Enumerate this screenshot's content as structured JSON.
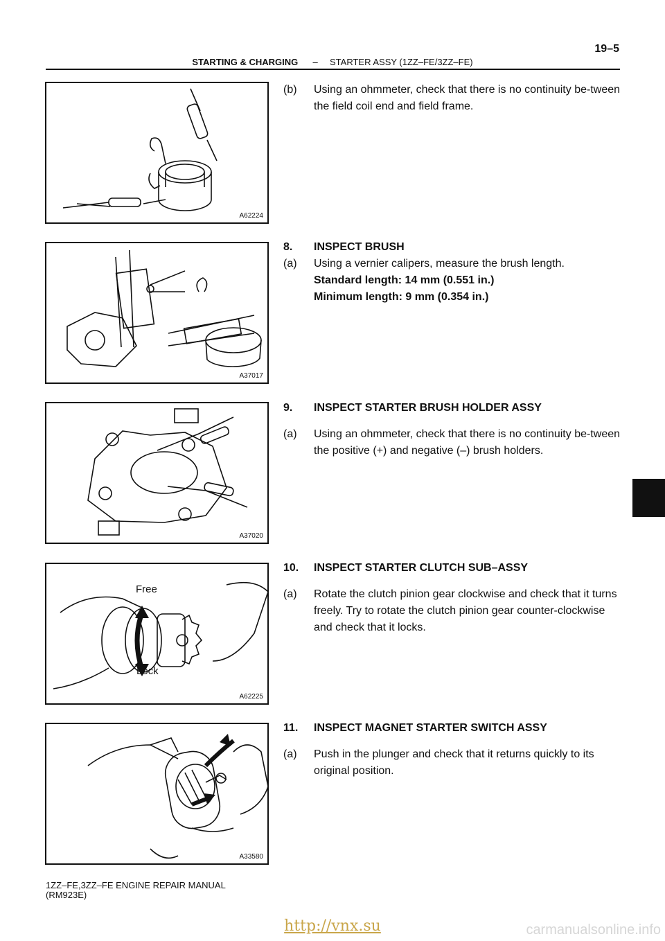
{
  "header": {
    "page_number": "19–5",
    "section_bold": "STARTING & CHARGING",
    "separator": "–",
    "section_title": "STARTER ASSY (1ZZ–FE/3ZZ–FE)"
  },
  "figures": [
    {
      "code": "A62224",
      "labels": []
    },
    {
      "code": "A37017",
      "labels": []
    },
    {
      "code": "A37020",
      "labels": []
    },
    {
      "code": "A62225",
      "labels": [
        "Free",
        "Lock"
      ]
    },
    {
      "code": "A33580",
      "labels": []
    }
  ],
  "content": {
    "b_field": {
      "label": "(b)",
      "text": "Using an ohmmeter, check that there is no continuity be-tween the field coil end and field frame."
    },
    "step8": {
      "label": "8.",
      "title": "INSPECT BRUSH"
    },
    "step8a": {
      "label": "(a)",
      "text": "Using a vernier calipers, measure the brush length."
    },
    "spec_standard": "Standard length: 14 mm (0.551 in.)",
    "spec_minimum": "Minimum length: 9 mm (0.354 in.)",
    "step9": {
      "label": "9.",
      "title": "INSPECT STARTER BRUSH HOLDER ASSY"
    },
    "step9a": {
      "label": "(a)",
      "text": "Using an ohmmeter, check that there is no continuity be-tween the positive (+) and negative (–) brush holders."
    },
    "step10": {
      "label": "10.",
      "title": "INSPECT STARTER CLUTCH SUB–ASSY"
    },
    "step10a": {
      "label": "(a)",
      "text": "Rotate the clutch pinion gear clockwise and check that it turns freely. Try to rotate the clutch pinion gear counter-clockwise and check that it locks."
    },
    "step11": {
      "label": "11.",
      "title": "INSPECT MAGNET STARTER SWITCH ASSY"
    },
    "step11a": {
      "label": "(a)",
      "text": "Push in the plunger and check that it returns quickly to its original position."
    }
  },
  "footer": {
    "line1": "1ZZ–FE,3ZZ–FE ENGINE REPAIR MANUAL",
    "line2": "(RM923E)"
  },
  "watermark": {
    "link": "http://vnx.su",
    "site": "carmanualsonline.info"
  }
}
